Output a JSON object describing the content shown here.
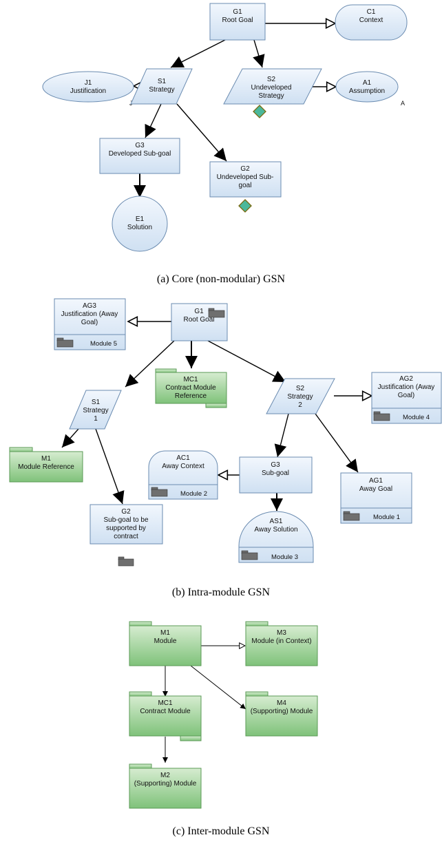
{
  "captions": {
    "a": "(a) Core (non-modular) GSN",
    "b": "(b) Intra-module GSN",
    "c": "(c) Inter-module GSN"
  },
  "colors": {
    "node_fill_top": "#f2f7fd",
    "node_fill_bottom": "#cfe0f2",
    "module_fill_top": "#d6ecd0",
    "module_fill_bottom": "#7fc27a",
    "undeveloped_diamond": "#4bb89b",
    "diamond_border": "#7a6a10",
    "module_icon": "#6f6f6f"
  },
  "a": {
    "g1": {
      "id": "G1",
      "text": "Root Goal"
    },
    "c1": {
      "id": "C1",
      "text": "Context"
    },
    "j1": {
      "id": "J1",
      "text": "Justification",
      "tag": "J"
    },
    "s1": {
      "id": "S1",
      "text": "Strategy"
    },
    "s2": {
      "id": "S2",
      "line1": "Undeveloped",
      "line2": "Strategy"
    },
    "a1": {
      "id": "A1",
      "text": "Assumption",
      "tag": "A"
    },
    "g3": {
      "id": "G3",
      "text": "Developed Sub-goal"
    },
    "g2": {
      "id": "G2",
      "line1": "Undeveloped Sub-",
      "line2": "goal"
    },
    "e1": {
      "id": "E1",
      "text": "Solution"
    }
  },
  "b": {
    "ag3": {
      "id": "AG3",
      "line1": "Justification (Away",
      "line2": "Goal)",
      "module": "Module 5"
    },
    "g1": {
      "id": "G1",
      "text": "Root Goal"
    },
    "mc1": {
      "id": "MC1",
      "line1": "Contract Module",
      "line2": "Reference"
    },
    "s2": {
      "id": "S2",
      "line1": "Strategy",
      "line2": "2"
    },
    "ag2": {
      "id": "AG2",
      "line1": "Justification (Away",
      "line2": "Goal)",
      "module": "Module 4"
    },
    "s1": {
      "id": "S1",
      "line1": "Strategy",
      "line2": "1"
    },
    "m1": {
      "id": "M1",
      "text": "Module Reference"
    },
    "ac1": {
      "id": "AC1",
      "text": "Away Context",
      "module": "Module 2"
    },
    "g3": {
      "id": "G3",
      "text": "Sub-goal"
    },
    "ag1": {
      "id": "AG1",
      "text": "Away Goal",
      "module": "Module 1"
    },
    "g2": {
      "id": "G2",
      "line1": "Sub-goal to be",
      "line2": "supported by",
      "line3": "contract"
    },
    "as1": {
      "id": "AS1",
      "text": "Away Solution",
      "module": "Module 3"
    }
  },
  "c": {
    "m1": {
      "id": "M1",
      "text": "Module"
    },
    "m3": {
      "id": "M3",
      "text": "Module (in Context)"
    },
    "mc1": {
      "id": "MC1",
      "text": "Contract Module"
    },
    "m4": {
      "id": "M4",
      "text": "(Supporting) Module"
    },
    "m2": {
      "id": "M2",
      "text": "(Supporting) Module"
    }
  }
}
